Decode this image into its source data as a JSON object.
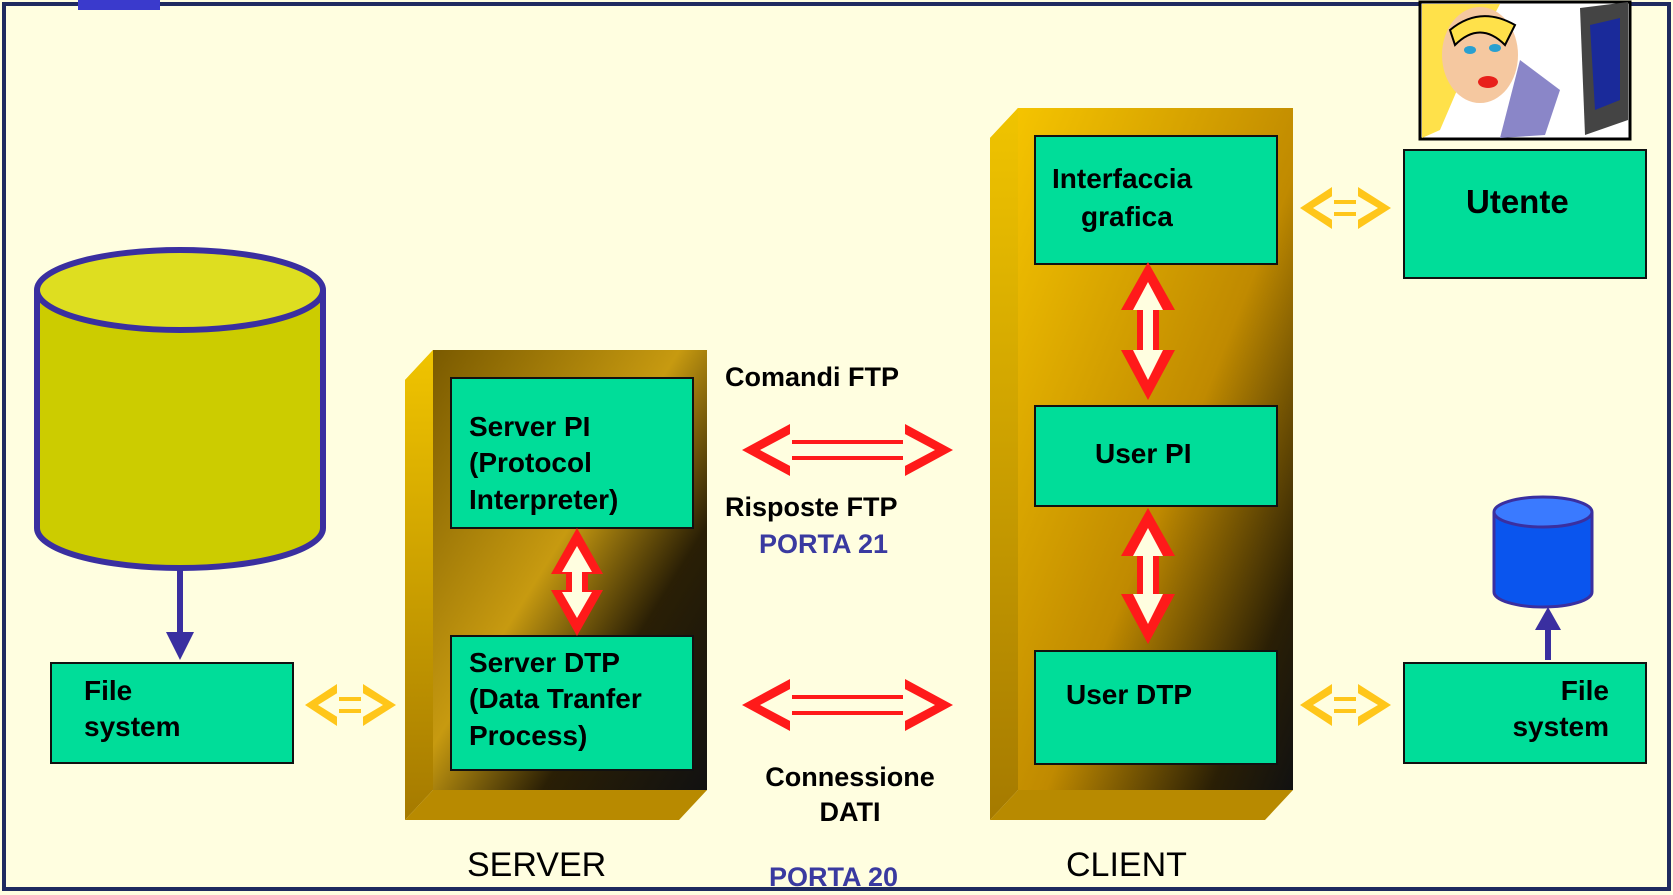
{
  "boxes": {
    "server_pi": [
      "Server PI",
      "(Protocol",
      "Interpreter)"
    ],
    "server_dtp": [
      "Server DTP",
      "(Data Tranfer",
      "Process)"
    ],
    "interfaccia": [
      "Interfaccia",
      "grafica"
    ],
    "user_pi": "User PI",
    "user_dtp": "User DTP",
    "utente": "Utente",
    "fs_left": [
      "File",
      "system"
    ],
    "fs_right": [
      "File",
      "system"
    ]
  },
  "labels": {
    "comandi": "Comandi FTP",
    "risposte": "Risposte FTP",
    "porta21": "PORTA 21",
    "connessione": [
      "Connessione",
      "DATI"
    ],
    "porta20": "PORTA 20",
    "server": "SERVER",
    "client": "CLIENT"
  },
  "colors": {
    "background": "#fffee0",
    "border": "#1f2a60",
    "box_fill": "#00dd99",
    "pillar": "#d9a400",
    "red_arrow": "#ff1a1a",
    "yellow_arrow": "#ffc61a",
    "cylinder_left": "#cccc00",
    "cylinder_right": "#0a55ee",
    "stroke_blue": "#3a2fa0"
  }
}
